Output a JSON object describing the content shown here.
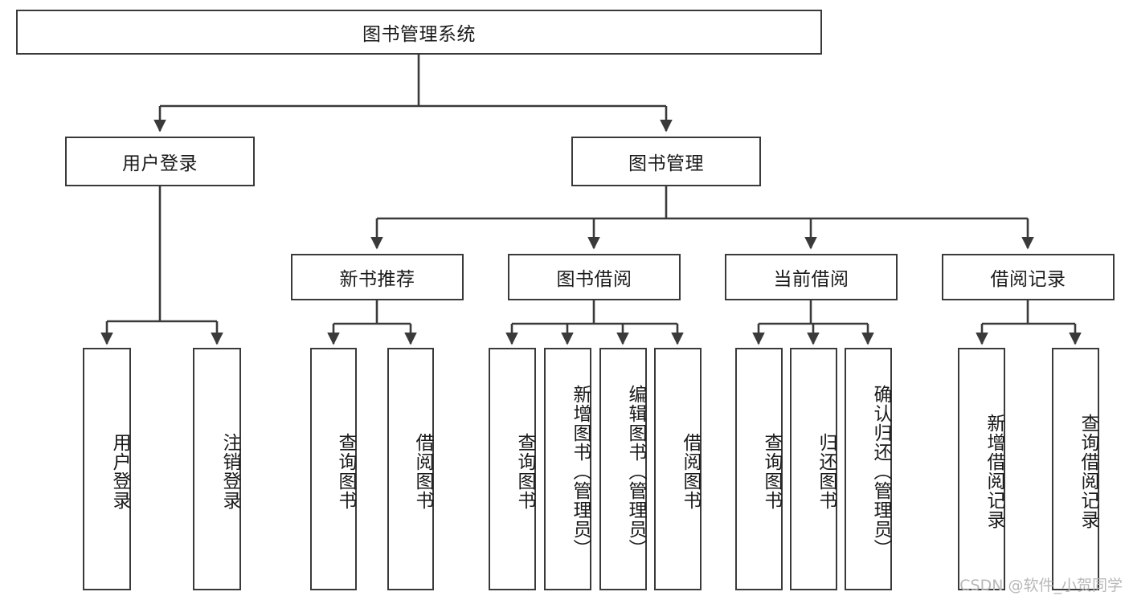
{
  "diagram": {
    "type": "tree-hierarchy",
    "title": "图书管理系统",
    "watermark": "CSDN @软件_小贺同学",
    "colors": {
      "box_border": "#3a3a3a",
      "box_fill": "#ffffff",
      "edge": "#3a3a3a",
      "text": "#1a1a1a",
      "watermark": "#b8b8b8"
    },
    "root": {
      "label": "图书管理系统"
    },
    "level1": [
      {
        "label": "用户登录"
      },
      {
        "label": "图书管理"
      }
    ],
    "level2": [
      {
        "label": "新书推荐"
      },
      {
        "label": "图书借阅"
      },
      {
        "label": "当前借阅"
      },
      {
        "label": "借阅记录"
      }
    ],
    "leaves": {
      "user_login": [
        {
          "label": "用户登录"
        },
        {
          "label": "注销登录"
        }
      ],
      "new_book_recommend": [
        {
          "label": "查询图书"
        },
        {
          "label": "借阅图书"
        }
      ],
      "book_borrow": [
        {
          "label": "查询图书"
        },
        {
          "label": "新增图书（管理员）"
        },
        {
          "label": "编辑图书（管理员）"
        },
        {
          "label": "借阅图书"
        }
      ],
      "current_borrow": [
        {
          "label": "查询图书"
        },
        {
          "label": "归还图书"
        },
        {
          "label": "确认归还（管理员）"
        }
      ],
      "borrow_record": [
        {
          "label": "新增借阅记录"
        },
        {
          "label": "查询借阅记录"
        }
      ]
    }
  }
}
